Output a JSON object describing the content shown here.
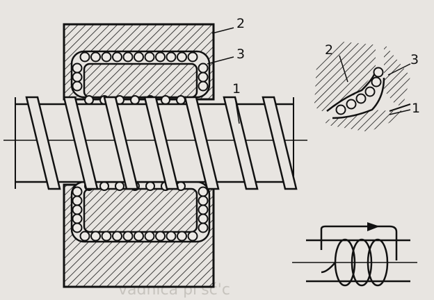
{
  "diagram": {
    "main_view": {
      "label_nut": "2",
      "label_balls": "3",
      "label_screw": "1"
    },
    "detail_view": {
      "label_nut": "2",
      "label_balls": "3",
      "label_screw": "1"
    }
  },
  "bleed_text": "vadnica pl'sč'c"
}
